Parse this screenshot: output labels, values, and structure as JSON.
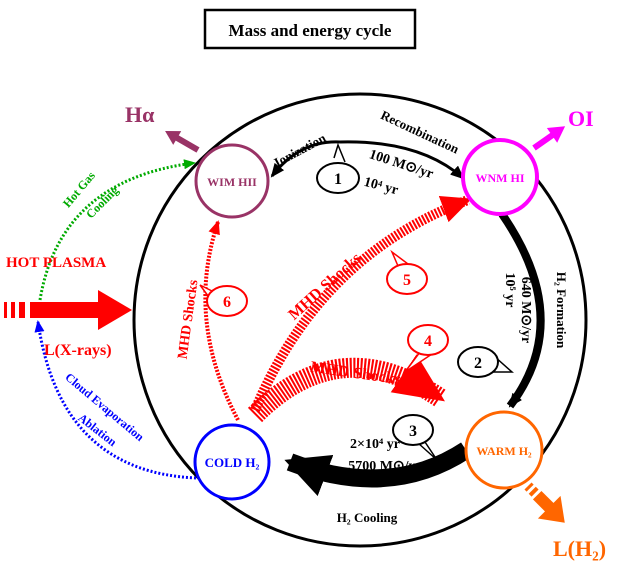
{
  "title": "Mass and energy cycle",
  "colors": {
    "wim": "#993366",
    "wnm": "#ff00ff",
    "cold": "#0000ff",
    "warm": "#ff6600",
    "shock": "#ff0000",
    "hotgas": "#00aa00",
    "evap": "#0000ff"
  },
  "nodes": {
    "wim": "WIM HII",
    "wnm": "WNM HI",
    "cold": "COLD H₂",
    "warm": "WARM H₂"
  },
  "outputs": {
    "halpha": "Hα",
    "oi": "OI",
    "lh2": "L(H₂)",
    "lxray": "L(X-rays)",
    "hot_plasma": "HOT PLASMA"
  },
  "processes": {
    "ionization": "Ionization",
    "recombination": "Recombination",
    "rate1": "100 M⊙/yr",
    "time1": "10⁴ yr",
    "h2_formation": "H₂ Formation",
    "rate2": "640 M⊙/yr",
    "time2": "10⁵ yr",
    "time3": "2×10⁴ yr",
    "rate3": "5700 M⊙/yr",
    "h2_cooling": "H₂ Cooling",
    "mhd4": "MHD Shocks",
    "mhd5": "MHD Shocks",
    "mhd6": "MHD Shocks",
    "hot_gas": "Hot Gas",
    "cooling": "Cooling",
    "cloud_evap": "Cloud Evaporation",
    "ablation": "Ablation"
  },
  "callouts": [
    "1",
    "2",
    "3",
    "4",
    "5",
    "6"
  ]
}
